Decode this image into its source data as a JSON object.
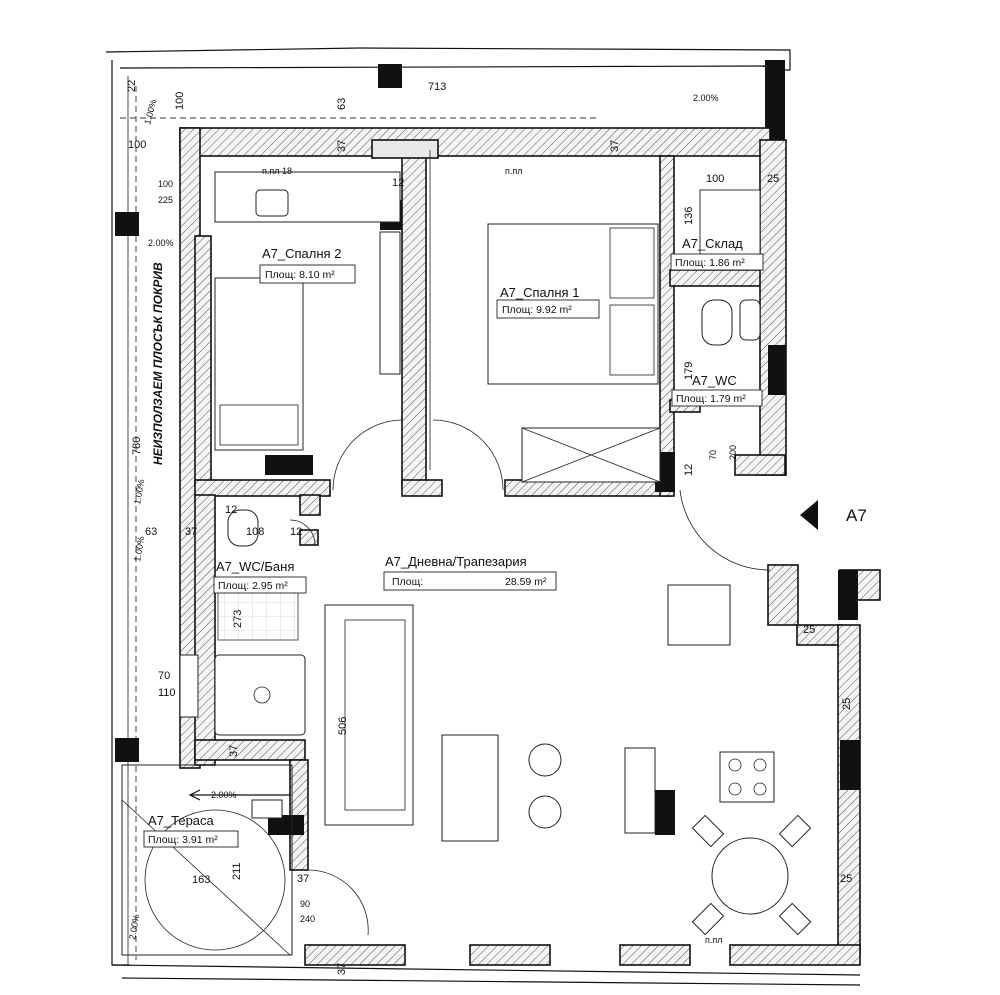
{
  "apartment_marker": "A7",
  "roof_note": "НЕИЗПОЛЗАЕМ ПЛОСЪК ПОКРИВ",
  "rooms": {
    "bedroom2": {
      "name": "A7_Спалня 2",
      "area": "Площ: 8.10 m²",
      "floor_note": "п.пл 18"
    },
    "bedroom1": {
      "name": "A7_Спалня 1",
      "area": "Площ: 9.92 m²",
      "floor_note": "п.пл"
    },
    "storage": {
      "name": "A7_Склад",
      "area": "Площ: 1.86 m²"
    },
    "wc": {
      "name": "A7_WC",
      "area": "Площ: 1.79 m²"
    },
    "wc_bath": {
      "name": "A7_WC/Баня",
      "area": "Площ: 2.95 m²"
    },
    "living": {
      "name": "A7_Дневна/Трапезария",
      "area_label": "Площ:",
      "area_value": "28.59 m²"
    },
    "terrace": {
      "name": "A7_Тераса",
      "area": "Площ: 3.91 m²",
      "floor_note": "п.пл"
    }
  },
  "dimensions": {
    "top_width": "713",
    "left_height": "780",
    "living_height": "506",
    "roof_margin": "100",
    "d22": "22",
    "d63_top": "63",
    "d37": "37",
    "d12": "12",
    "d100": "100",
    "d25": "25",
    "d136": "136",
    "d179": "179",
    "d70": "70",
    "d200": "200",
    "d108": "108",
    "d63_left": "63",
    "d273": "273",
    "d110": "110",
    "d163": "163",
    "d211": "211",
    "d90": "90",
    "d240": "240",
    "d225": "225"
  },
  "slopes": [
    "1.00%",
    "2.00%",
    "2.00%",
    "1.00%",
    "1.00%",
    "2.00%",
    "2.00%"
  ]
}
